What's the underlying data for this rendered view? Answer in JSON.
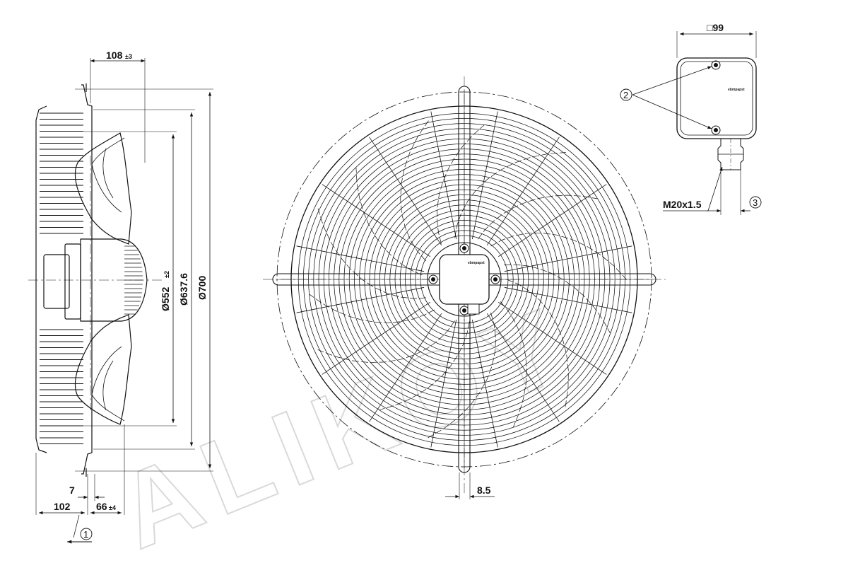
{
  "watermark": "ALIKOY",
  "side_view": {
    "dims": {
      "depth_top": "108",
      "depth_top_tol": "±3",
      "dia_inner": "Ø552",
      "dia_inner_tol": "±2",
      "dia_mid": "Ø637.6",
      "dia_outer": "Ø700",
      "offset_small": "7",
      "offset_left": "102",
      "offset_right": "66",
      "offset_right_tol": "±4"
    },
    "callout_airflow": "1"
  },
  "front_view": {
    "dims": {
      "slot_width": "8.5"
    },
    "brand_text": "ebmpapst"
  },
  "terminal_box": {
    "dims": {
      "square_size": "□99"
    },
    "cable_gland_label": "M20x1.5",
    "callout_screws": "2",
    "callout_gland": "3",
    "brand_text": "ebmpapst"
  },
  "colors": {
    "line": "#111111",
    "watermark": "#d9d9d9"
  }
}
